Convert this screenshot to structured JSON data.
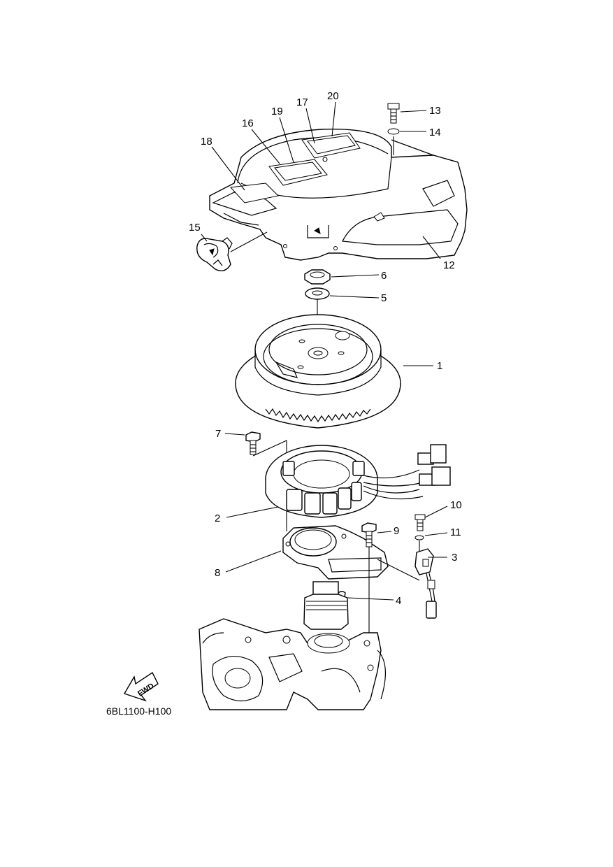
{
  "callouts": [
    "1",
    "2",
    "3",
    "4",
    "5",
    "6",
    "7",
    "8",
    "9",
    "10",
    "11",
    "12",
    "13",
    "14",
    "15",
    "16",
    "17",
    "18",
    "19",
    "20"
  ],
  "fwd_label": "FWD",
  "diagram_code": "6BL1100-H100"
}
